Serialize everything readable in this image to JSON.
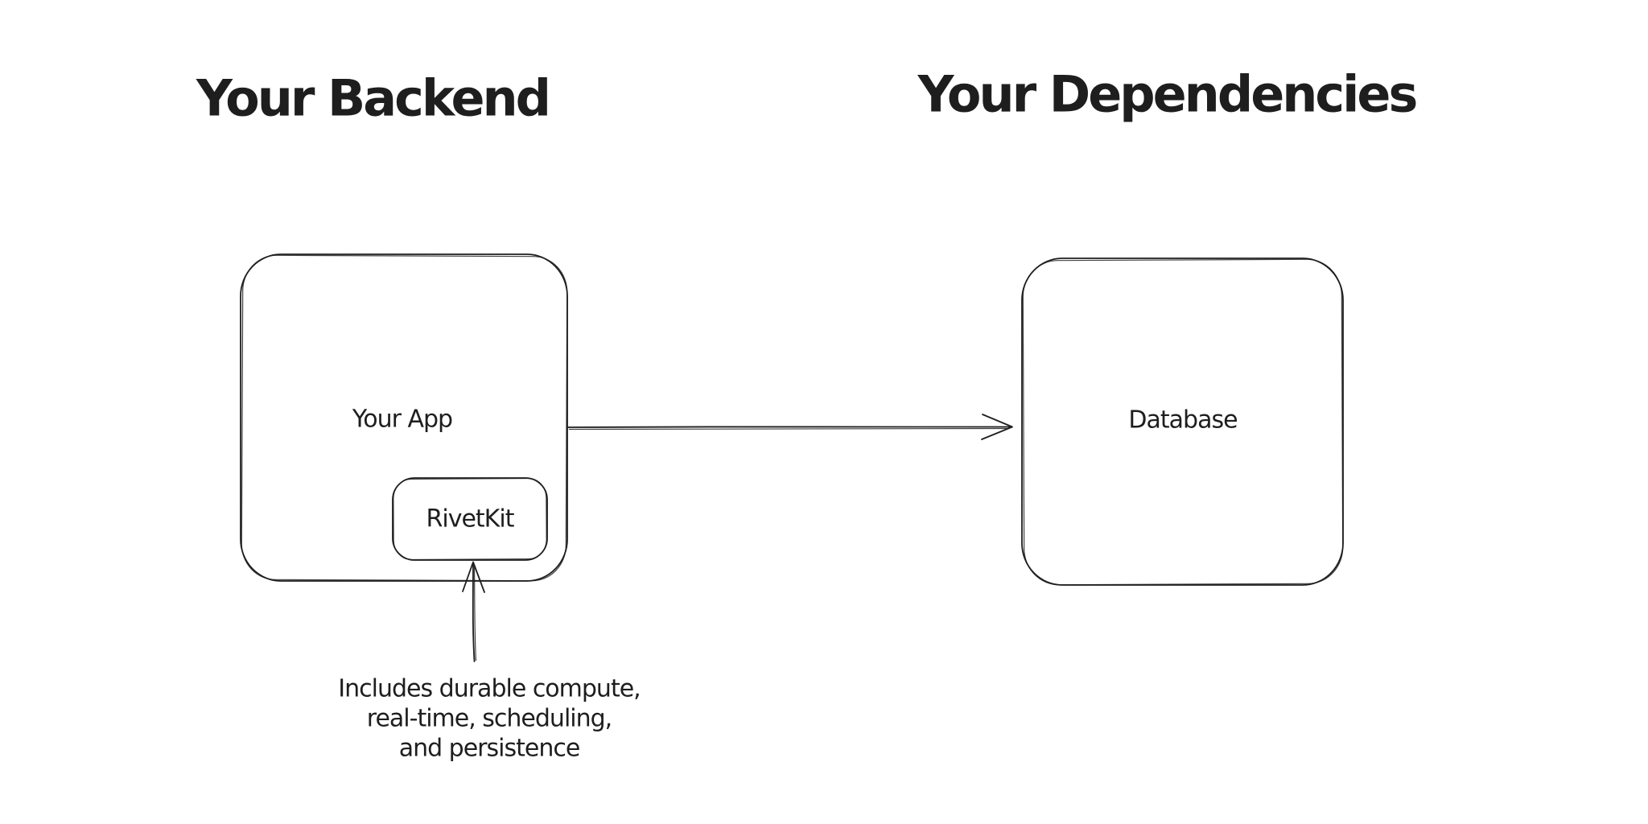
{
  "page": {
    "background_color": "#ffffff",
    "ink_color": "#1e1e1e",
    "style": "hand-drawn whiteboard diagram"
  },
  "headings": {
    "backend": "Your Backend",
    "dependencies": "Your Dependencies"
  },
  "nodes": {
    "your_app": {
      "label": "Your App"
    },
    "rivetkit": {
      "label": "RivetKit"
    },
    "database": {
      "label": "Database"
    }
  },
  "annotation": {
    "lines": [
      "Includes durable compute,",
      "real-time, scheduling,",
      "and persistence"
    ],
    "points_to": "RivetKit"
  },
  "arrows": {
    "app_to_database": {
      "from": "Your App",
      "to": "Database",
      "direction": "right"
    },
    "annotation_to_rivetkit": {
      "from": "annotation text",
      "to": "RivetKit",
      "direction": "up"
    }
  }
}
